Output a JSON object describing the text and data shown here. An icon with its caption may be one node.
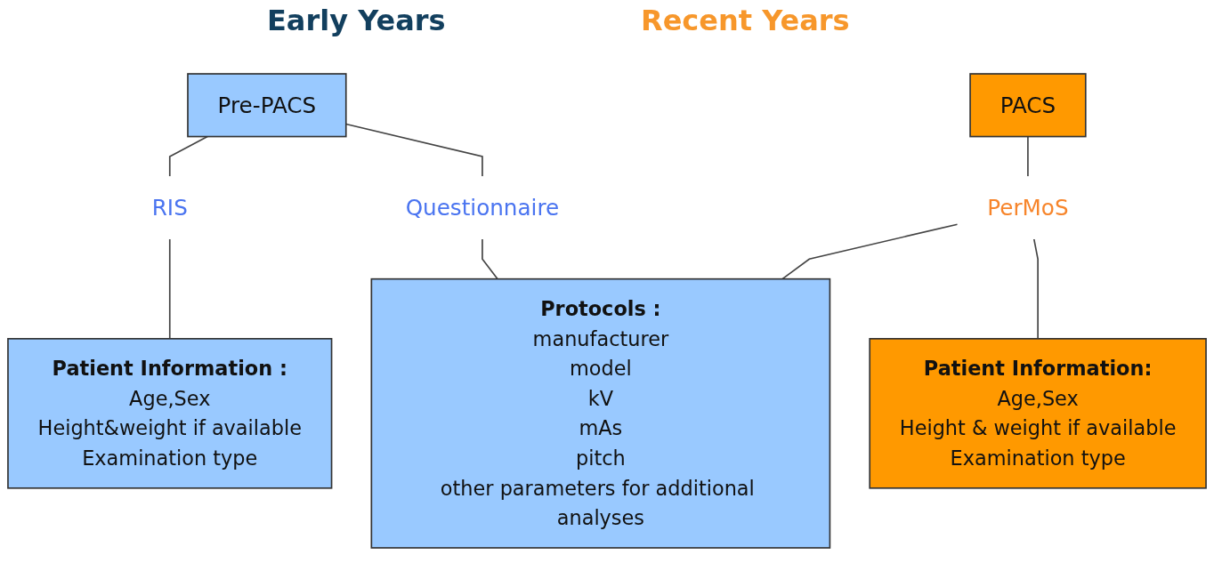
{
  "diagram": {
    "nodes": [
      {
        "text": [
          "Pre-PACS"
        ]
      },
      {
        "text": [
          "RIS"
        ]
      },
      {
        "text": [
          "Questionnaire"
        ]
      },
      {
        "text": [
          "Patient Information :",
          "Age,Sex",
          "Height&weight if available",
          "Examination type"
        ]
      },
      {
        "text": [
          "Protocols :",
          "manufacturer",
          "model",
          "kV",
          "mAs",
          "pitch",
          "other parameters for additional analyses"
        ]
      },
      {
        "text": [
          "PACS"
        ]
      },
      {
        "text": [
          "PerMoS"
        ]
      },
      {
        "text": [
          "Patient Information:",
          "Age,Sex",
          "Height & weight if available",
          "Examination type"
        ]
      }
    ],
    "edges": [
      {
        "from": 0,
        "to": 1,
        "arrow": "none"
      },
      {
        "from": 0,
        "to": 2,
        "arrow": "none"
      },
      {
        "from": 1,
        "to": 3,
        "arrow": "none"
      },
      {
        "from": 2,
        "to": 4,
        "arrow": "none"
      },
      {
        "from": 5,
        "to": 6,
        "arrow": "none"
      },
      {
        "from": 6,
        "to": 4,
        "arrow": "none"
      },
      {
        "from": 6,
        "to": 7,
        "arrow": "none"
      }
    ],
    "labels": [
      "Early Years",
      "Recent Years"
    ]
  }
}
